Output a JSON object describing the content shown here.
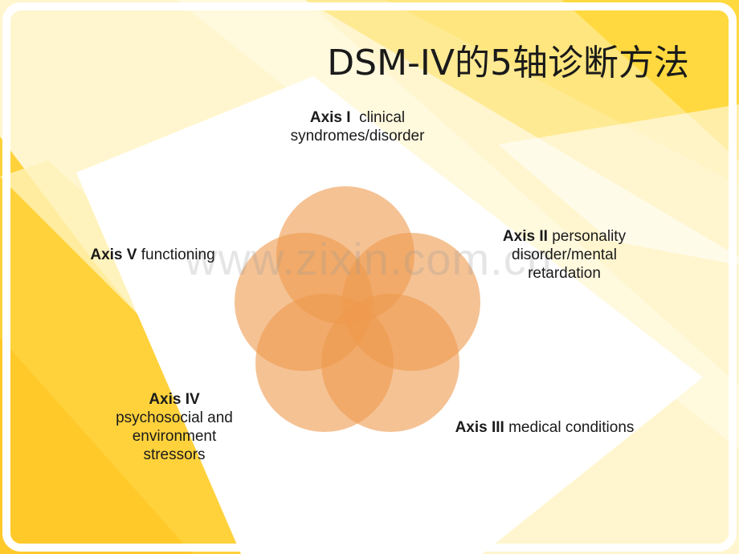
{
  "title": "DSM-IV的5轴诊断方法",
  "watermark": "www.zixin.com.cn",
  "colors": {
    "accent_yellow": "#FFD23C",
    "light_yellow": "#FFE98A",
    "circle_fill": "#EE9A4D",
    "text": "#1a1a1a"
  },
  "axes": [
    {
      "name": "Axis I",
      "desc_line1": "clinical",
      "desc_line2": "syndromes/disorder"
    },
    {
      "name": "Axis II",
      "desc_line1": "personality",
      "desc_line2": "disorder/mental",
      "desc_line3": "retardation"
    },
    {
      "name": "Axis III",
      "desc_line1": "medical conditions"
    },
    {
      "name": "Axis IV",
      "desc_line1": "psychosocial and",
      "desc_line2": "environment",
      "desc_line3": "stressors"
    },
    {
      "name": "Axis V",
      "desc_line1": "functioning"
    }
  ]
}
